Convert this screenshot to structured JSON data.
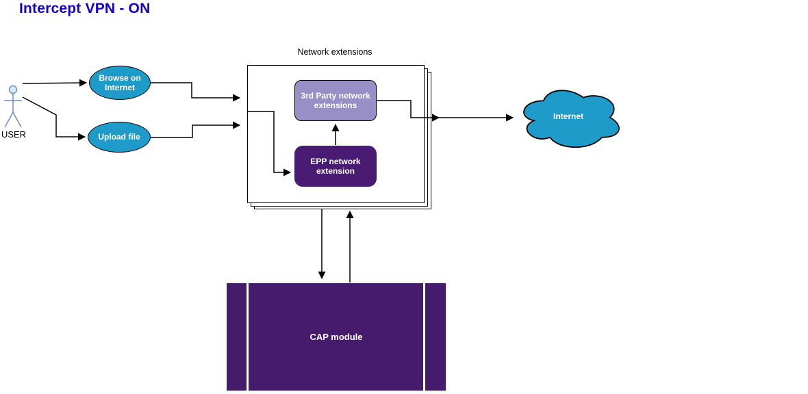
{
  "diagram_title": "Intercept VPN - ON",
  "actor": {
    "label": "USER"
  },
  "use_cases": {
    "browse": "Browse on Internet",
    "upload": "Upload file"
  },
  "network_extensions": {
    "group_label": "Network extensions",
    "third_party_label": "3rd Party network extensions",
    "epp_label": "EPP network extension"
  },
  "cap_module_label": "CAP module",
  "internet_label": "Internet",
  "colors": {
    "title-blue": "#1400CC",
    "accent-blue": "#1E9BC8",
    "light-purple": "#988FC6",
    "dark-purple": "#4A1B72",
    "cap-purple": "#461B6B",
    "actor-stroke": "#6C8EBF",
    "actor-fill": "#DAE8FC",
    "line-black": "#000000"
  }
}
